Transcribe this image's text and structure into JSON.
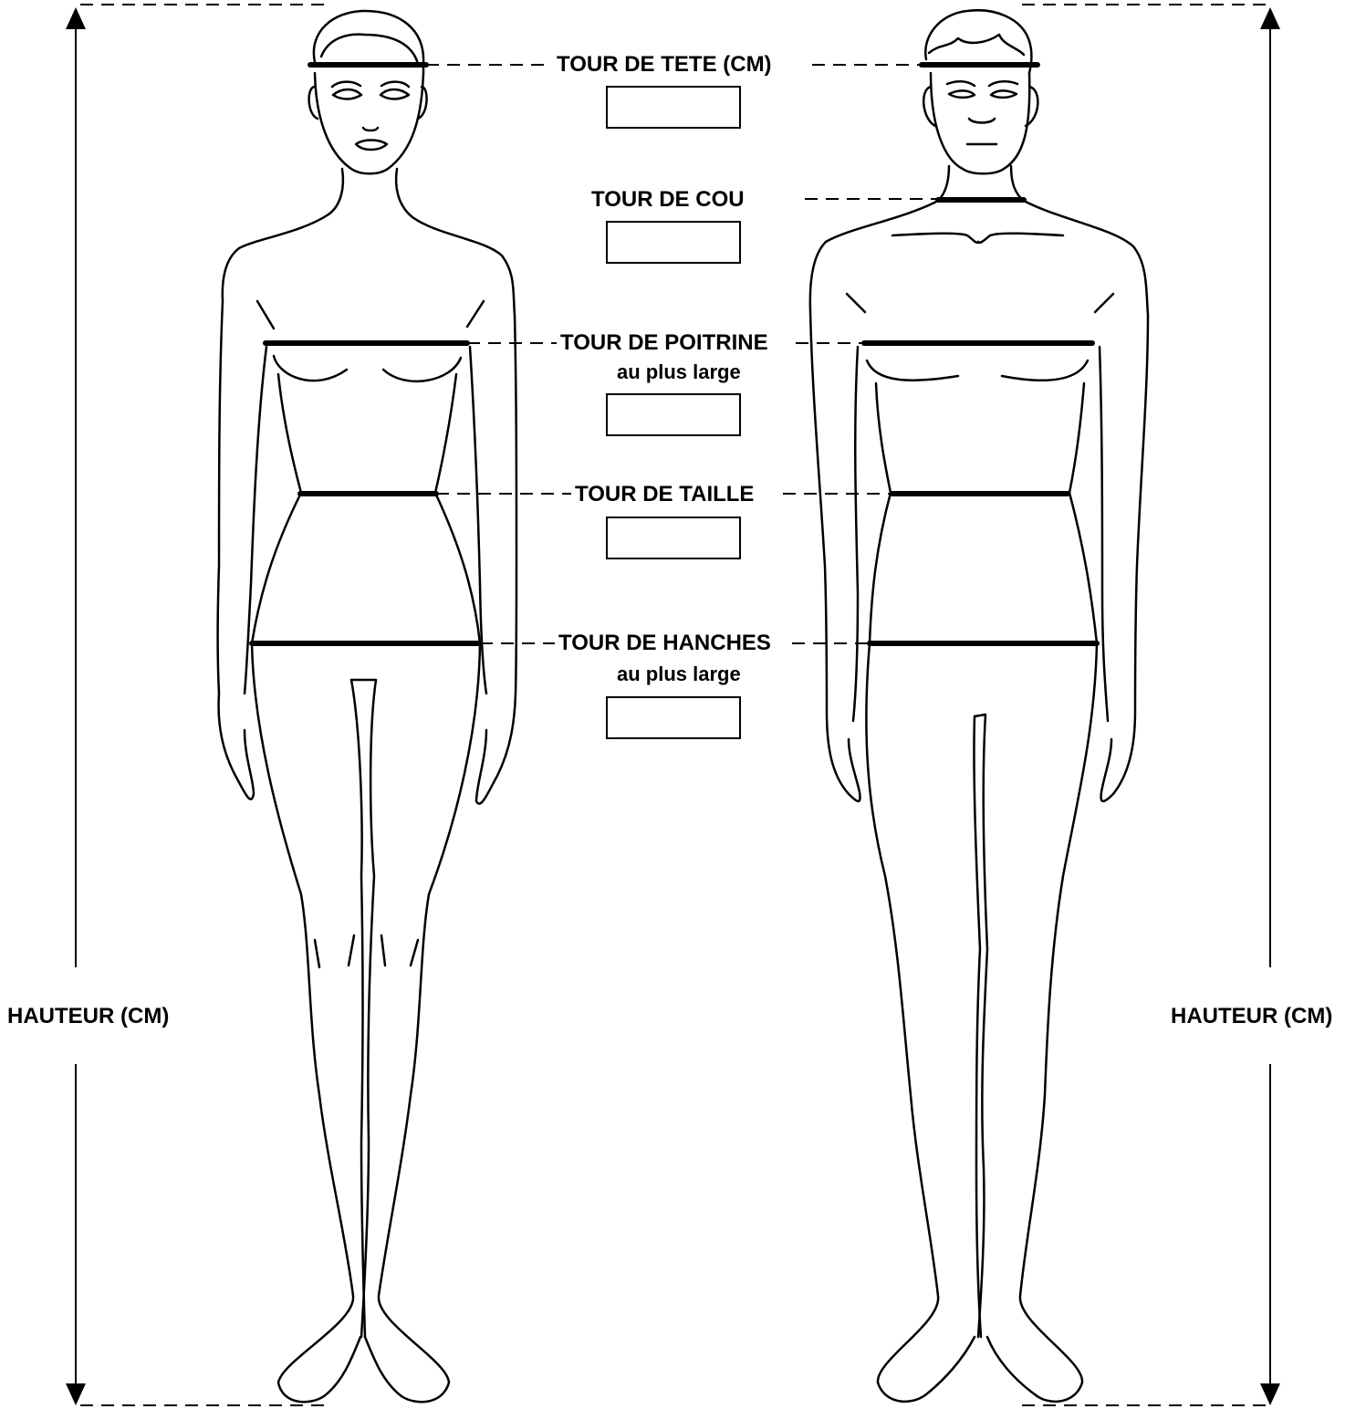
{
  "measurements": [
    {
      "id": "head",
      "label": "TOUR DE TETE (CM)",
      "sublabel": "",
      "value": ""
    },
    {
      "id": "neck",
      "label": "TOUR DE COU",
      "sublabel": "",
      "value": ""
    },
    {
      "id": "chest",
      "label": "TOUR DE POITRINE",
      "sublabel": "au plus large",
      "value": ""
    },
    {
      "id": "waist",
      "label": "TOUR DE TAILLE",
      "sublabel": "",
      "value": ""
    },
    {
      "id": "hips",
      "label": "TOUR DE HANCHES",
      "sublabel": "au plus large",
      "value": ""
    }
  ],
  "height": {
    "left_label": "HAUTEUR (CM)",
    "right_label": "HAUTEUR (CM)"
  },
  "figures": {
    "left": "woman-figure",
    "right": "man-figure"
  },
  "colors": {
    "line": "#000000",
    "background": "#ffffff"
  }
}
